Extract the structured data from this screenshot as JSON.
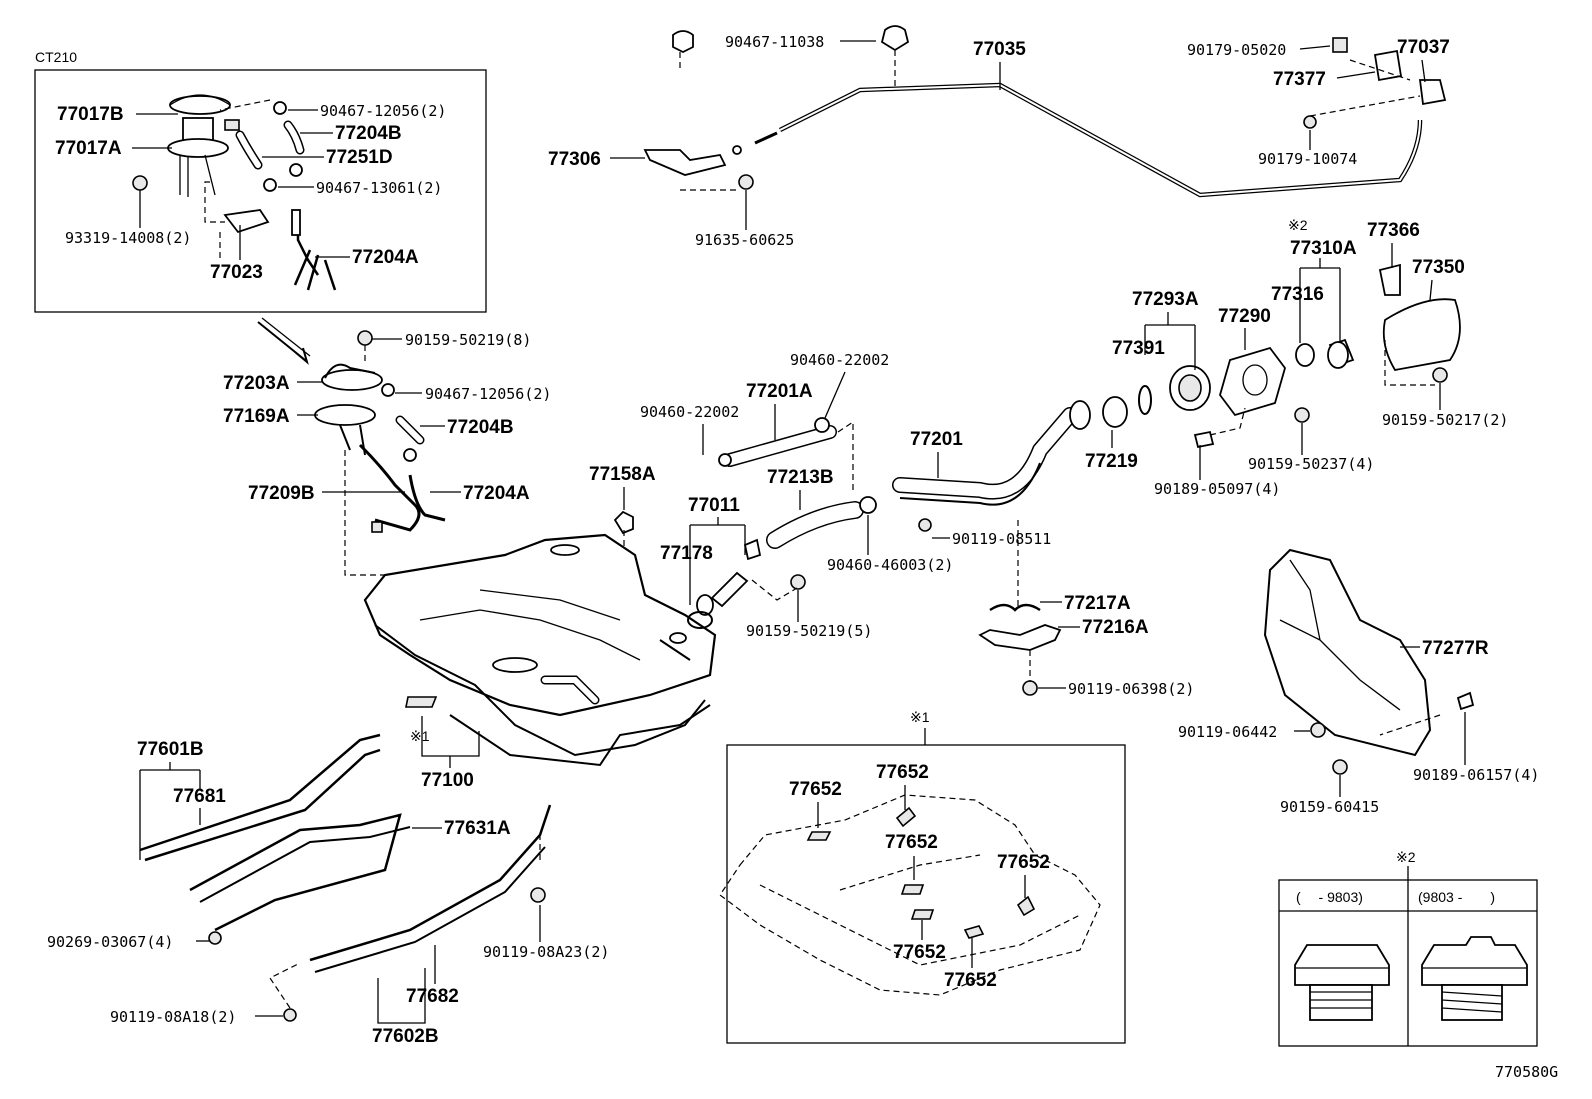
{
  "inset_ct210": {
    "title": "CT210",
    "parts": [
      "77017B",
      "77017A",
      "90467-12056(2)",
      "77204B",
      "77251D",
      "90467-13061(2)",
      "93319-14008(2)",
      "77023",
      "77204A"
    ]
  },
  "main_parts": {
    "p90467_11038": "90467-11038",
    "p77035": "77035",
    "p90179_05020": "90179-05020",
    "p77037": "77037",
    "p77377": "77377",
    "p90179_10074": "90179-10074",
    "p77306": "77306",
    "p91635_60625": "91635-60625",
    "p77310A_mark": "※2",
    "p77310A": "77310A",
    "p77366": "77366",
    "p77350": "77350",
    "p77293A": "77293A",
    "p77290": "77290",
    "p77316": "77316",
    "p77391": "77391",
    "p90159_50219_8": "90159-50219(8)",
    "p90460_22002_a": "90460-22002",
    "p77203A": "77203A",
    "p90467_12056_2": "90467-12056(2)",
    "p77201A": "77201A",
    "p90460_22002_b": "90460-22002",
    "p77169A": "77169A",
    "p77204B": "77204B",
    "p77201": "77201",
    "p77219": "77219",
    "p90159_50217": "90159-50217(2)",
    "p90159_50237": "90159-50237(4)",
    "p77213B": "77213B",
    "p77158A": "77158A",
    "p77209B": "77209B",
    "p77204A": "77204A",
    "p77011": "77011",
    "p90189_05097": "90189-05097(4)",
    "p90119_08511": "90119-08511",
    "p77178": "77178",
    "p90460_46003": "90460-46003(2)",
    "p77217A": "77217A",
    "p77216A": "77216A",
    "p90159_50219_5": "90159-50219(5)",
    "p77277R": "77277R",
    "p90119_06398": "90119-06398(2)",
    "p90119_06442": "90119-06442",
    "p90189_06157": "90189-06157(4)",
    "p90159_60415": "90159-60415",
    "p77100_mark": "※1",
    "p77100": "77100",
    "p77601B": "77601B",
    "p77681": "77681",
    "p77631A": "77631A",
    "p90269_03067": "90269-03067(4)",
    "p90119_08A23": "90119-08A23(2)",
    "p77682": "77682",
    "p90119_08A18": "90119-08A18(2)",
    "p77602B": "77602B"
  },
  "inset_mark1": {
    "title": "※1",
    "labels": [
      "77652",
      "77652",
      "77652",
      "77652",
      "77652",
      "77652"
    ]
  },
  "inset_mark2": {
    "title": "※2",
    "col_left": "(　 - 9803)",
    "col_right": "(9803 -　　)"
  },
  "figure_code": "770580G"
}
